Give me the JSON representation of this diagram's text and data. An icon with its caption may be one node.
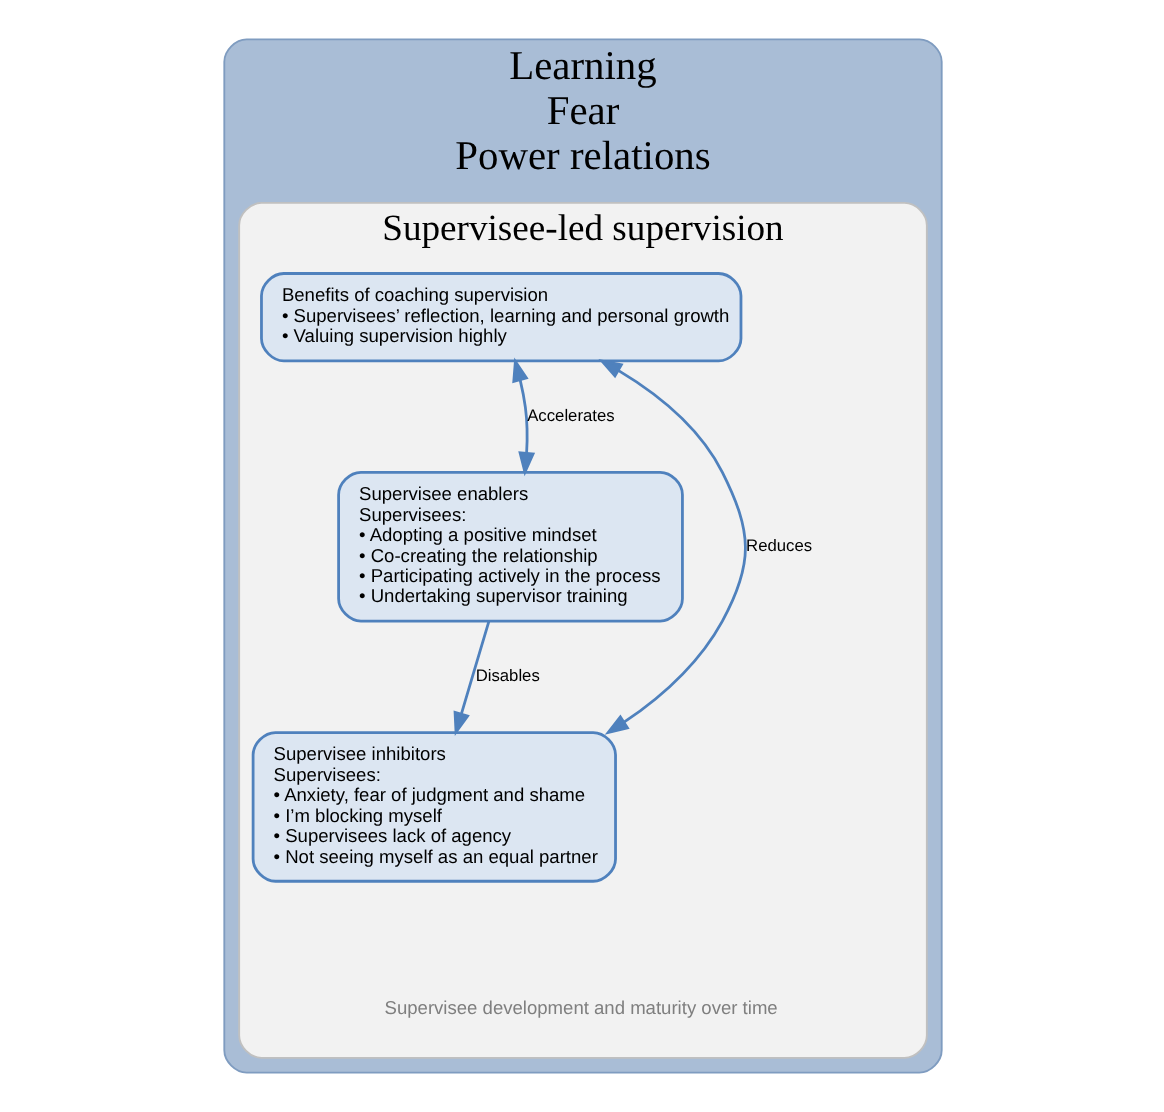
{
  "diagram": {
    "nodes": [
      {
        "text": [
          "Learning",
          "Fear",
          "Power relations"
        ]
      },
      {
        "text": [
          "Supervisee-led supervision"
        ],
        "in": 0
      },
      {
        "text": [
          "Benefits of coaching supervision",
          "• Supervisees’ reflection, learning and personal growth",
          "• Valuing supervision highly"
        ],
        "in": 1
      },
      {
        "text": [
          "Supervisee enablers",
          "Supervisees:",
          "• Adopting a positive mindset",
          "• Co-creating the relationship",
          "• Participating actively in the process",
          "• Undertaking supervisor training"
        ],
        "in": 1
      },
      {
        "text": [
          "Supervisee inhibitors",
          "Supervisees:",
          "• Anxiety, fear of judgment and shame",
          "• I’m blocking myself",
          "• Supervisees lack of agency",
          "• Not seeing myself as an equal partner"
        ],
        "in": 1
      }
    ],
    "edges": [
      {
        "from": 3,
        "to": 2,
        "arrow": "both",
        "label": "Accelerates"
      },
      {
        "from": 4,
        "to": 2,
        "arrow": "both",
        "label": "Reduces"
      },
      {
        "from": 3,
        "to": 4,
        "arrow": "to",
        "label": "Disables"
      }
    ],
    "labels": [
      "Supervisee development and maturity over time"
    ]
  }
}
